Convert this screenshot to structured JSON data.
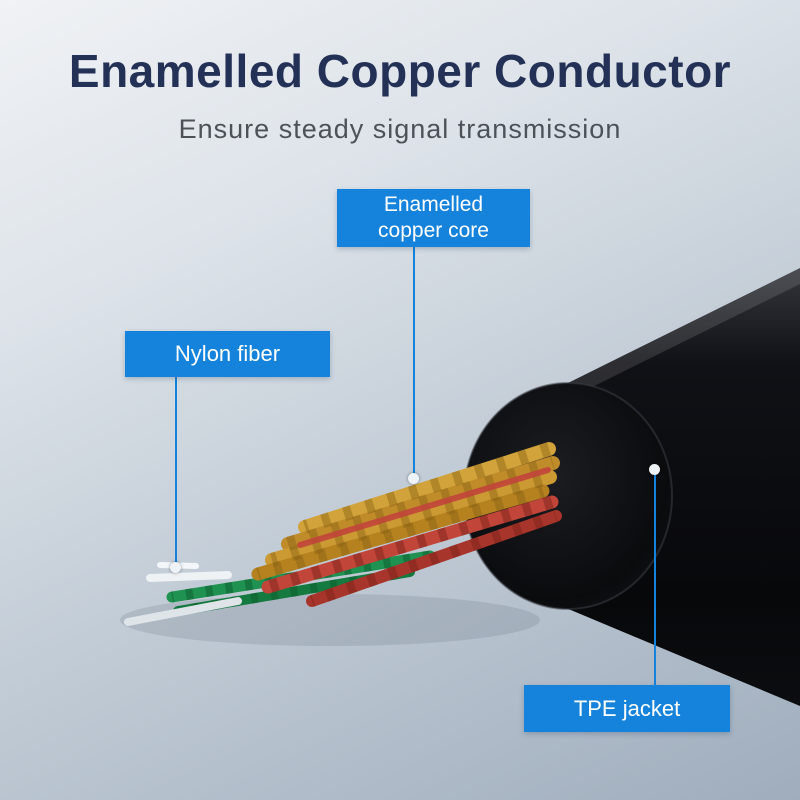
{
  "header": {
    "title": "Enamelled Copper Conductor",
    "subtitle": "Ensure steady signal transmission"
  },
  "callouts": {
    "copper_core": {
      "line1": "Enamelled",
      "line2": "copper core"
    },
    "nylon_fiber": {
      "label": "Nylon fiber"
    },
    "tpe_jacket": {
      "label": "TPE jacket"
    }
  },
  "colors": {
    "callout_bg": "#1583dc",
    "title_text": "#233157",
    "subtitle_text": "#4c5258",
    "cable_jacket": "#0b0c0f",
    "copper_strand": "#c79a36",
    "red_wire": "#c2453a",
    "green_wire": "#1f9150",
    "nylon_fiber": "#eef2f5",
    "leader_line": "#1583dc"
  }
}
